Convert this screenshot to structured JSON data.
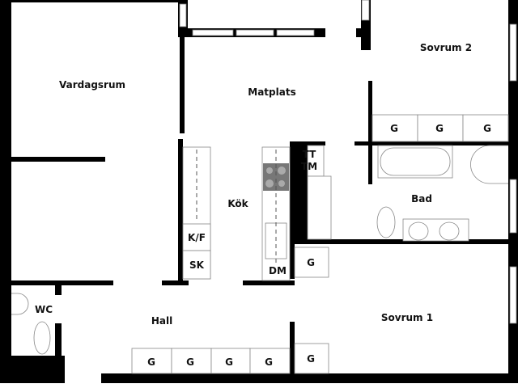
{
  "rooms": {
    "vardagsrum": "Vardagsrum",
    "matplats": "Matplats",
    "sovrum2": "Sovrum 2",
    "kok": "Kök",
    "bad": "Bad",
    "wc": "WC",
    "hall": "Hall",
    "sovrum1": "Sovrum 1"
  },
  "fixtures": {
    "tt": "TT",
    "tm": "TM",
    "kf": "K/F",
    "sk": "SK",
    "dm": "DM",
    "wardrobe": "G"
  },
  "colors": {
    "wall": "#000000",
    "stove": "#777777"
  }
}
